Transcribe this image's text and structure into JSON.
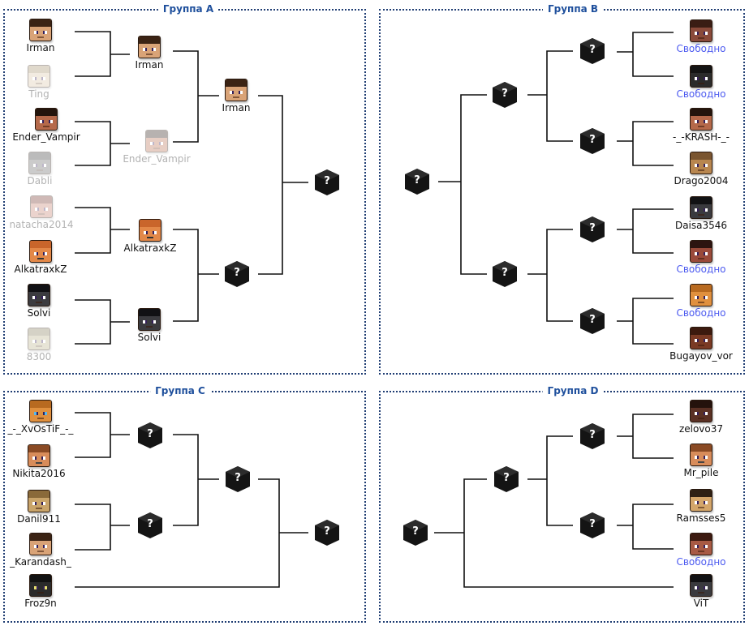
{
  "colors": {
    "panel_border": "#1f3d73",
    "title": "#1e4f9c",
    "free_slot": "#4d5bf0",
    "line": "#111111"
  },
  "groups": {
    "a": {
      "title": "Группа A",
      "round1": [
        "Irman",
        "Ting",
        "Ender_Vampir",
        "Dabli",
        "natacha2014",
        "AlkatraxkZ",
        "Solvi",
        "8300"
      ],
      "round2": [
        "Irman",
        "Ender_Vampir",
        "AlkatraxkZ",
        "Solvi"
      ],
      "semi": [
        "Irman",
        "?"
      ],
      "final": "?"
    },
    "b": {
      "title": "Группа B",
      "round1": [
        "Свободно",
        "Свободно",
        "-_-KRASH-_-",
        "Drago2004",
        "Daisa3546",
        "Свободно",
        "Свободно",
        "Bugayov_vor"
      ],
      "round2": [
        "?",
        "?",
        "?",
        "?"
      ],
      "semi": [
        "?",
        "?"
      ],
      "final": "?"
    },
    "c": {
      "title": "Группа C",
      "round1": [
        "_-_XvOsTiF_-_",
        "Nikita2016",
        "Danil911",
        "_Karandash_",
        "Froz9n"
      ],
      "round2": [
        "?",
        "?"
      ],
      "semi": [
        "?"
      ],
      "final": "?"
    },
    "d": {
      "title": "Группа D",
      "round1": [
        "zelovo37",
        "Mr_pile",
        "Ramsses5",
        "Свободно",
        "ViT"
      ],
      "round2": [
        "?",
        "?"
      ],
      "semi": [
        "?"
      ],
      "final": "?"
    }
  }
}
